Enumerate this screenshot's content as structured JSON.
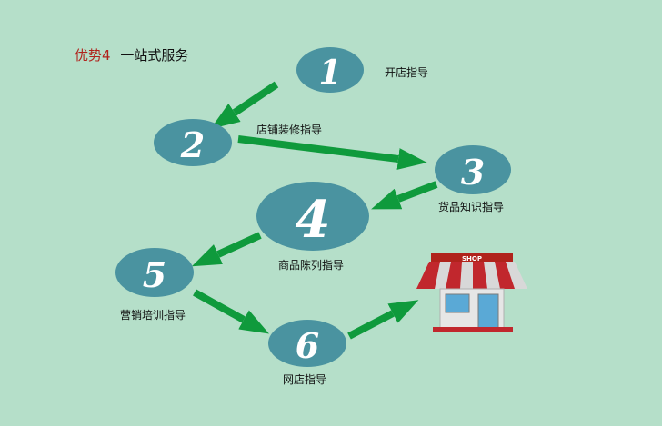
{
  "title": {
    "accent": "优势4",
    "text": "一站式服务"
  },
  "colors": {
    "background": "#b5dfc9",
    "ellipse": "#4a93a0",
    "arrow": "#0f9a3c",
    "number": "#ffffff",
    "accent": "#b0231c"
  },
  "steps": [
    {
      "number": "1",
      "label": "开店指导"
    },
    {
      "number": "2",
      "label": "店铺装修指导"
    },
    {
      "number": "3",
      "label": "货品知识指导"
    },
    {
      "number": "4",
      "label": "商品陈列指导"
    },
    {
      "number": "5",
      "label": "营销培训指导"
    },
    {
      "number": "6",
      "label": "网店指导"
    }
  ],
  "shop_sign": "SHOP",
  "icons": [
    "shop-icon"
  ]
}
